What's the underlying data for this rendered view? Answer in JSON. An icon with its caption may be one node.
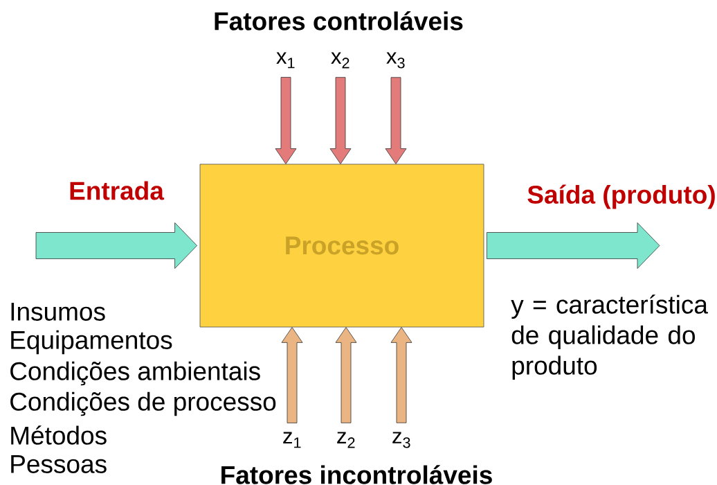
{
  "diagram": {
    "nodes": [
      {
        "text": [
          "Processo"
        ]
      },
      {
        "text": [
          "x$_{1}$"
        ]
      },
      {
        "text": [
          "x$_{2}$"
        ]
      },
      {
        "text": [
          "x$_{3}$"
        ]
      },
      {
        "text": [
          "z$_{1}$"
        ]
      },
      {
        "text": [
          "z$_{2}$"
        ]
      },
      {
        "text": [
          "z$_{3}$"
        ]
      }
    ],
    "edges": [
      {
        "from": null,
        "to": 0,
        "arrow": "to",
        "label": "Entrada",
        "color": "#7de6cc"
      },
      {
        "from": 0,
        "to": null,
        "arrow": "to",
        "label": "Saída (produto)",
        "color": "#7de6cc"
      },
      {
        "from": 1,
        "to": 0,
        "arrow": "to",
        "color": "#e47b7b"
      },
      {
        "from": 2,
        "to": 0,
        "arrow": "to",
        "color": "#e47b7b"
      },
      {
        "from": 3,
        "to": 0,
        "arrow": "to",
        "color": "#e47b7b"
      },
      {
        "from": 4,
        "to": 0,
        "arrow": "to",
        "color": "#eab583"
      },
      {
        "from": 5,
        "to": 0,
        "arrow": "to",
        "color": "#eab583"
      },
      {
        "from": 6,
        "to": 0,
        "arrow": "to",
        "color": "#eab583"
      }
    ],
    "labels": [
      "Fatores controláveis",
      "Insumos",
      "Equipamentos",
      "Condições ambientais",
      "Condições de processo",
      "Métodos",
      "Pessoas",
      "y = característica de qualidade do produto",
      "Fatores incontroláveis"
    ]
  }
}
